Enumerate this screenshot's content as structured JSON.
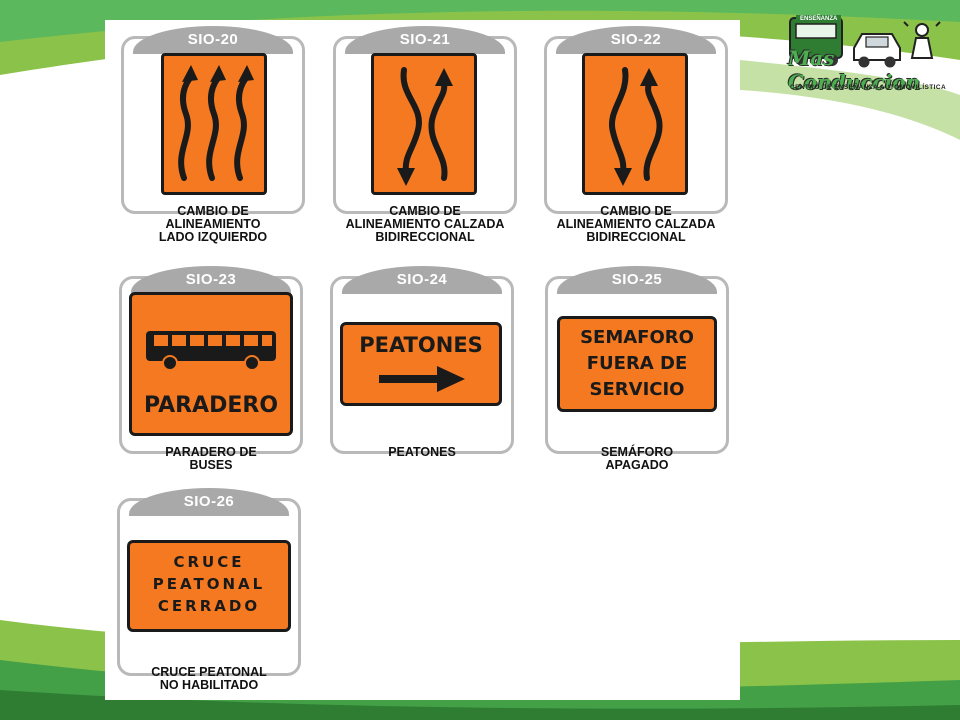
{
  "logo": {
    "badge": "ENSEÑANZA",
    "name": "Mas Conduccion",
    "subtitle": "CENTRO DE ENSEÑANZA AUTOMOVILÍSTICA"
  },
  "signs": [
    {
      "code": "SIO-20",
      "caption_lines": [
        "CAMBIO DE",
        "ALINEAMIENTO",
        "LADO IZQUIERDO"
      ]
    },
    {
      "code": "SIO-21",
      "caption_lines": [
        "CAMBIO DE",
        "ALINEAMIENTO CALZADA",
        "BIDIRECCIONAL"
      ]
    },
    {
      "code": "SIO-22",
      "caption_lines": [
        "CAMBIO DE",
        "ALINEAMIENTO CALZADA",
        "BIDIRECCIONAL"
      ]
    },
    {
      "code": "SIO-23",
      "caption_lines": [
        "PARADERO DE",
        "BUSES"
      ],
      "plate_text": "PARADERO"
    },
    {
      "code": "SIO-24",
      "caption_lines": [
        "PEATONES"
      ],
      "plate_text": "PEATONES"
    },
    {
      "code": "SIO-25",
      "caption_lines": [
        "SEMÁFORO",
        "APAGADO"
      ],
      "plate_lines": [
        "SEMAFORO",
        "FUERA DE",
        "SERVICIO"
      ]
    },
    {
      "code": "SIO-26",
      "caption_lines": [
        "CRUCE PEATONAL",
        "NO HABILITADO"
      ],
      "plate_lines": [
        "CRUCE",
        "PEATONAL",
        "CERRADO"
      ]
    }
  ],
  "colors": {
    "sign_orange": "#f47920",
    "sign_border": "#1a1a1a",
    "frame_gray": "#b9b9b9",
    "tab_gray": "#a9a9a9",
    "bg_green_light": "#8bc34a",
    "bg_green_dark": "#43a047"
  }
}
